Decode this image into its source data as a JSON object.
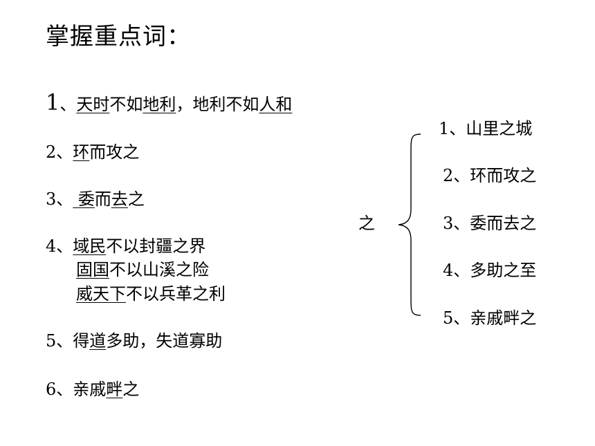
{
  "title": "掌握重点词：",
  "left_items": [
    {
      "num": "1",
      "lines": [
        [
          {
            "t": "、",
            "u": false
          },
          {
            "t": "天时",
            "u": true
          },
          {
            "t": "不如",
            "u": false
          },
          {
            "t": "地利",
            "u": true
          },
          {
            "t": "，地利不如",
            "u": false
          },
          {
            "t": "人和",
            "u": true
          }
        ]
      ]
    },
    {
      "num": "2",
      "lines": [
        [
          {
            "t": "、",
            "u": false
          },
          {
            "t": "环",
            "u": true
          },
          {
            "t": "而攻之",
            "u": false
          }
        ]
      ]
    },
    {
      "num": "3",
      "lines": [
        [
          {
            "t": "、",
            "u": false
          },
          {
            "t": " 委",
            "u": true
          },
          {
            "t": "而",
            "u": false
          },
          {
            "t": "去",
            "u": true
          },
          {
            "t": "之",
            "u": false
          }
        ]
      ]
    },
    {
      "num": "4",
      "lines": [
        [
          {
            "t": "、",
            "u": false
          },
          {
            "t": "域民",
            "u": true
          },
          {
            "t": "不以封疆之界",
            "u": false
          }
        ],
        [
          {
            "t": "固国",
            "u": true
          },
          {
            "t": "不以山溪之险",
            "u": false
          }
        ],
        [
          {
            "t": "威天下",
            "u": true
          },
          {
            "t": "不以兵革之利",
            "u": false
          }
        ]
      ]
    },
    {
      "num": "5",
      "lines": [
        [
          {
            "t": "、得",
            "u": false
          },
          {
            "t": "道",
            "u": true
          },
          {
            "t": "多助，失道寡助",
            "u": false
          }
        ]
      ]
    },
    {
      "num": "6",
      "lines": [
        [
          {
            "t": "、亲戚",
            "u": false
          },
          {
            "t": "畔",
            "u": true
          },
          {
            "t": "之",
            "u": false
          }
        ]
      ]
    }
  ],
  "right_label": "之",
  "right_items": [
    "1、山里之城",
    "2、环而攻之",
    "3、委而去之",
    "4、多助之至",
    "5、亲戚畔之"
  ]
}
